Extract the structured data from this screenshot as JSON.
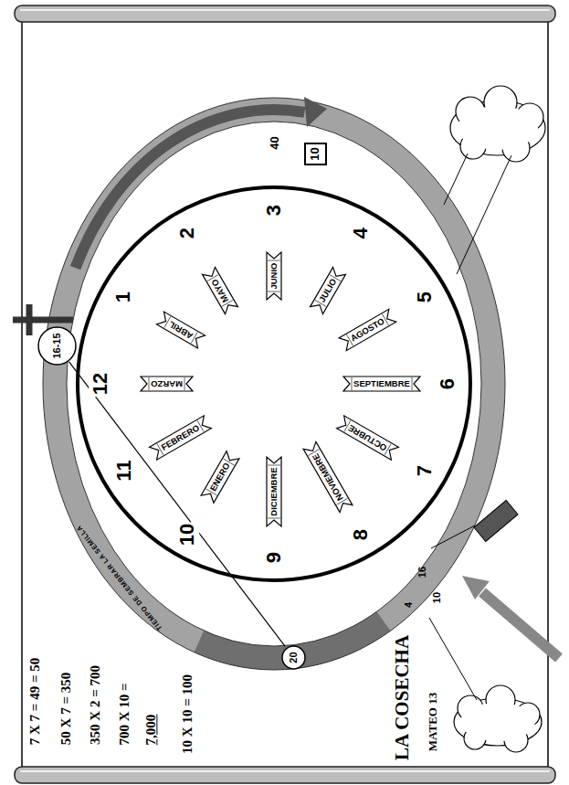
{
  "diagram": {
    "title": "LA COSECHA",
    "nodes": [
      {
        "text": [
          "ENERO"
        ]
      },
      {
        "text": [
          "FEBRERO"
        ]
      },
      {
        "text": [
          "MARZO"
        ]
      },
      {
        "text": [
          "ABRIL"
        ]
      },
      {
        "text": [
          "MAYO"
        ]
      },
      {
        "text": [
          "JUNIO"
        ]
      },
      {
        "text": [
          "JULIO"
        ]
      },
      {
        "text": [
          "AGOSTO"
        ]
      },
      {
        "text": [
          "SEPTIEMBRE"
        ]
      },
      {
        "text": [
          "OCTUBRE"
        ]
      },
      {
        "text": [
          "NOVIEMBRE"
        ]
      },
      {
        "text": [
          "DICIEMBRE"
        ]
      },
      {
        "text": [
          "16-15"
        ]
      },
      {
        "text": [
          "20"
        ]
      },
      {
        "text": [
          "10"
        ]
      }
    ],
    "edges": [
      {
        "from": 12,
        "to": 13,
        "arrow": "none"
      }
    ],
    "labels": [
      "MATEO 13",
      "1",
      "2",
      "3",
      "4",
      "5",
      "6",
      "7",
      "8",
      "9",
      "10",
      "11",
      "12",
      "7 X 7 = 49 = 50",
      "50 X 7 = 350",
      "350 X 2 = 700",
      "700 X 10 =",
      "7,000",
      "10 X 10 = 100",
      "TIEMPO DE SEMBRAR LA SEMILLA",
      "40",
      "16",
      "4",
      "10"
    ]
  }
}
